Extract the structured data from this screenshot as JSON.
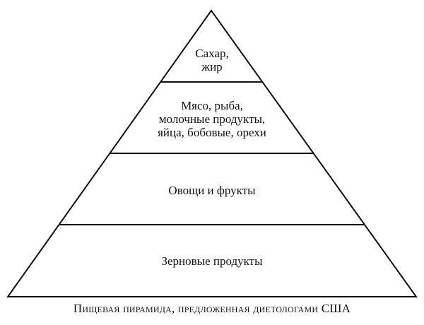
{
  "diagram": {
    "tiers": [
      {
        "lines": [
          "Сахар,",
          "жир"
        ]
      },
      {
        "lines": [
          "Мясо, рыба,",
          "молочные продукты,",
          "яйца, бобовые, орехи"
        ]
      },
      {
        "lines": [
          "Овощи и фрукты"
        ]
      },
      {
        "lines": [
          "Зерновые продукты"
        ]
      }
    ],
    "caption": "Пищевая пирамида, предложенная диетологами США",
    "colors": {
      "stroke": "#111111",
      "fill": "#ffffff",
      "text": "#111111"
    }
  }
}
